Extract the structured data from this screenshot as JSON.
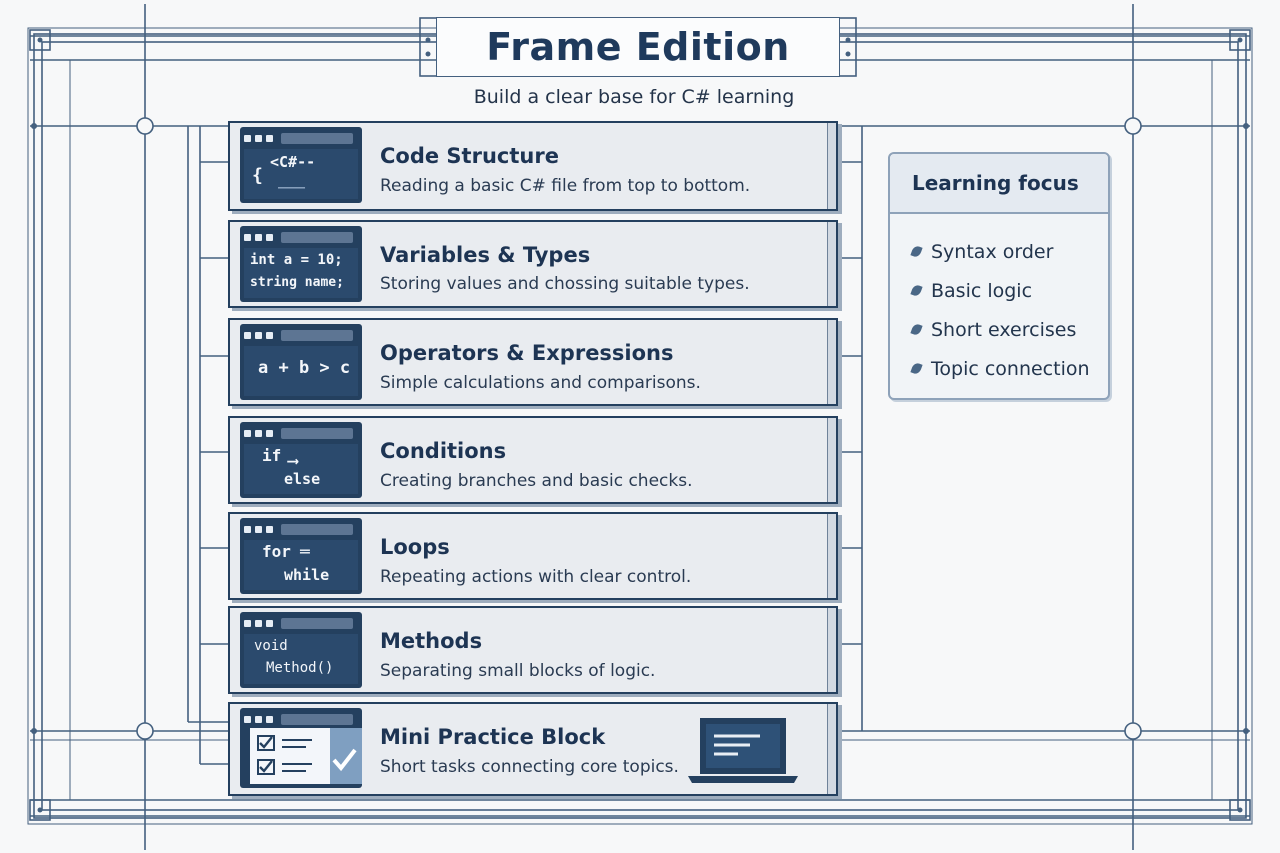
{
  "header": {
    "title": "Frame Edition",
    "subtitle": "Build a clear base for C# learning"
  },
  "cards": [
    {
      "title": "Code Structure",
      "desc": "Reading a basic C# file from top to bottom.",
      "code": [
        "{",
        "<C#--",
        "___"
      ],
      "icon": "code-file-icon"
    },
    {
      "title": "Variables & Types",
      "desc": "Storing values and chossing suitable types.",
      "code": [
        "int a = 10;",
        "string name;"
      ],
      "icon": "variable-icon"
    },
    {
      "title": "Operators & Expressions",
      "desc": "Simple calculations and comparisons.",
      "code": [
        "a + b > c"
      ],
      "icon": "operator-icon"
    },
    {
      "title": "Conditions",
      "desc": "Creating branches and basic checks.",
      "code": [
        "if",
        "else"
      ],
      "icon": "branch-icon"
    },
    {
      "title": "Loops",
      "desc": "Repeating actions with clear control.",
      "code": [
        "for",
        "while"
      ],
      "icon": "loop-icon"
    },
    {
      "title": "Methods",
      "desc": "Separating small blocks of logic.",
      "code": [
        "void",
        "Method()"
      ],
      "icon": "method-icon"
    },
    {
      "title": "Mini Practice Block",
      "desc": "Short tasks connecting core topics.",
      "icon": "checklist-icon",
      "extra_icon": "laptop-icon"
    }
  ],
  "focus": {
    "title": "Learning focus",
    "items": [
      "Syntax order",
      "Basic logic",
      "Short exercises",
      "Topic connection"
    ],
    "bullet_icon": "leaf-bullet-icon"
  },
  "colors": {
    "navy": "#24405f",
    "card_bg": "#e9ecf0",
    "frame_line": "#4a6480",
    "background": "#f7f8f9"
  }
}
